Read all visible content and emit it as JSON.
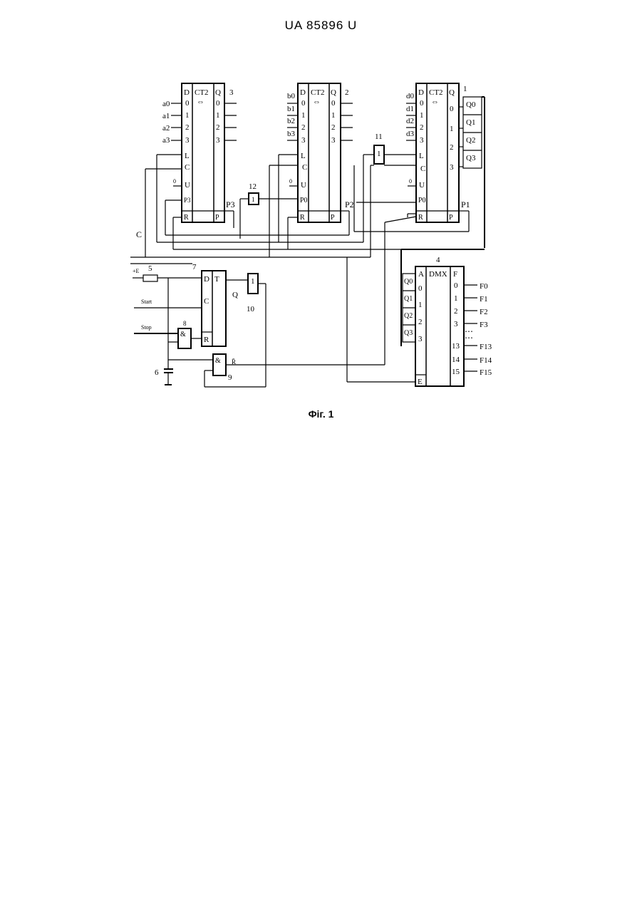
{
  "header": {
    "doc_id": "UA   85896   U"
  },
  "caption": "Фіг. 1",
  "counters": [
    {
      "number": "3",
      "type": "CT2",
      "inputs": [
        "a0",
        "a1",
        "a2",
        "a3"
      ],
      "carry_in": "P3",
      "carry_out": "P3"
    },
    {
      "number": "2",
      "type": "CT2",
      "inputs": [
        "b0",
        "b1",
        "b2",
        "b3"
      ],
      "carry_in": "P0",
      "carry_out": "P2"
    },
    {
      "number": "1",
      "type": "CT2",
      "inputs": [
        "d0",
        "d1",
        "d2",
        "d3"
      ],
      "carry_in": "P0",
      "carry_out": "P1"
    }
  ],
  "counter_pins": {
    "d": "D",
    "q": "Q",
    "l": "L",
    "c": "C",
    "u": "U",
    "r": "R",
    "p": "P",
    "zero": "0",
    "bits": [
      "0",
      "1",
      "2",
      "3"
    ]
  },
  "outputs_q": [
    "Q0",
    "Q1",
    "Q2",
    "Q3"
  ],
  "demux": {
    "number": "4",
    "type": "DMX",
    "a": "A",
    "f": "F",
    "e": "E",
    "in_bits": [
      "0",
      "1",
      "2",
      "3"
    ],
    "out_bits": [
      "0",
      "1",
      "2",
      "3",
      "13",
      "14",
      "15"
    ],
    "out_labels": [
      "F0",
      "F1",
      "F2",
      "F3",
      "F13",
      "F14",
      "F15"
    ]
  },
  "misc": {
    "clock": "C",
    "plus_e": "+E",
    "start": "Start",
    "stop": "Stop",
    "q_label": "Q",
    "rbar": "R̄",
    "n5": "5",
    "n6": "6",
    "n7": "7",
    "n8": "8",
    "n9": "9",
    "n10": "10",
    "n11": "11",
    "n12": "12",
    "and": "&",
    "one": "1",
    "t": "T",
    "d": "D",
    "r": "R",
    "c": "C"
  }
}
